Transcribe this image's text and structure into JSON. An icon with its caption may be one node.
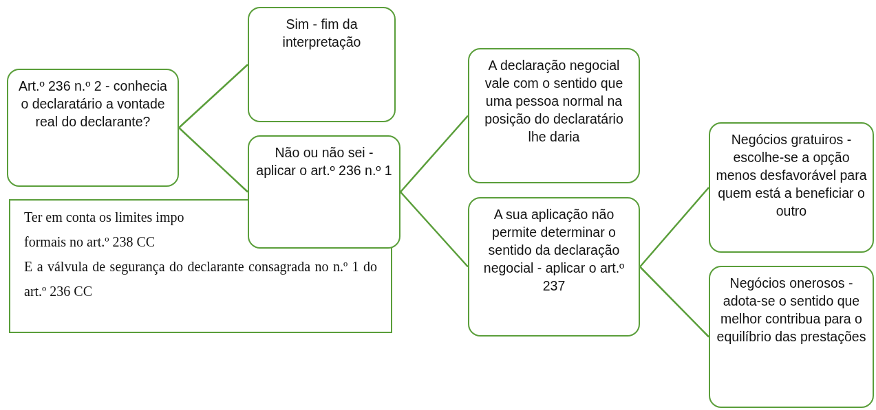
{
  "diagram": {
    "nodes": [
      {
        "text": [
          "Art.º 236 n.º 2 - conhecia o declaratário a vontade real do declarante?"
        ]
      },
      {
        "text": [
          "Sim - fim da interpretação"
        ]
      },
      {
        "text": [
          "Não ou não sei - aplicar o art.º 236 n.º 1"
        ]
      },
      {
        "text": [
          "Ter em conta os limites impo",
          "formais no art.º 238 CC",
          "E a válvula de segurança do declarante consagrada no n.º 1 do art.º 236 CC"
        ]
      },
      {
        "text": [
          "A declaração negocial vale com o sentido que uma pessoa normal na posição do declaratário lhe daria"
        ]
      },
      {
        "text": [
          "A sua aplicação não permite determinar o sentido da declaração negocial - aplicar o art.º 237"
        ]
      },
      {
        "text": [
          "Negócios gratuiros - escolhe-se a opção menos desfavorável para quem está a beneficiar o outro"
        ]
      },
      {
        "text": [
          "Negócios onerosos - adota-se o sentido que melhor contribua para o equilíbrio das prestações"
        ]
      }
    ],
    "edges": [
      {
        "from": 0,
        "to": 1,
        "arrow": "none"
      },
      {
        "from": 0,
        "to": 2,
        "arrow": "none"
      },
      {
        "from": 2,
        "to": 4,
        "arrow": "none"
      },
      {
        "from": 2,
        "to": 5,
        "arrow": "none"
      },
      {
        "from": 5,
        "to": 6,
        "arrow": "none"
      },
      {
        "from": 5,
        "to": 7,
        "arrow": "none"
      }
    ]
  }
}
